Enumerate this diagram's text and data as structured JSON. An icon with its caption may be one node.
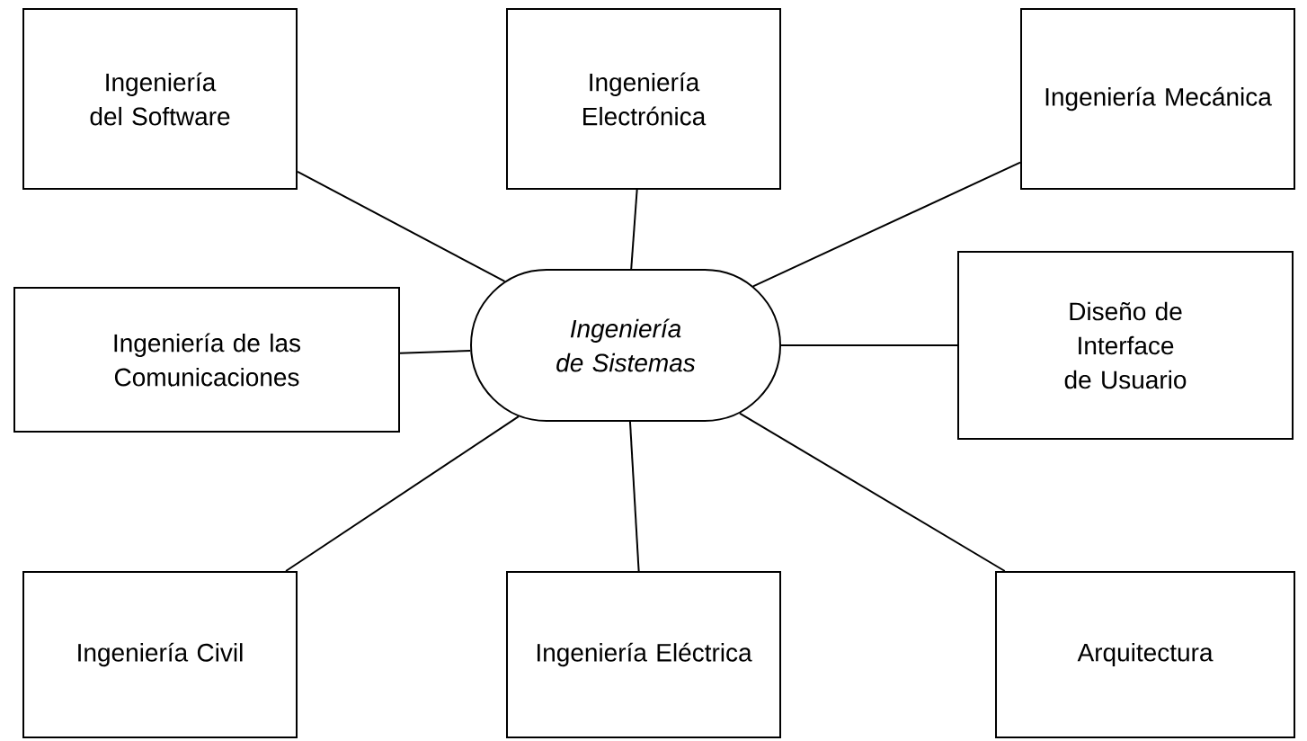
{
  "diagram": {
    "nodes": [
      {
        "text": [
          "Ingeniería de Sistemas"
        ]
      },
      {
        "text": [
          "Ingeniería del Software"
        ]
      },
      {
        "text": [
          "Ingeniería Electrónica"
        ]
      },
      {
        "text": [
          "Ingeniería Mecánica"
        ]
      },
      {
        "text": [
          "Ingeniería de las Comunicaciones"
        ]
      },
      {
        "text": [
          "Diseño de Interface de Usuario"
        ]
      },
      {
        "text": [
          "Ingeniería Civil"
        ]
      },
      {
        "text": [
          "Ingeniería Eléctrica"
        ]
      },
      {
        "text": [
          "Arquitectura"
        ]
      }
    ],
    "edges": [
      {
        "from": 0,
        "to": 1,
        "arrow": "none"
      },
      {
        "from": 0,
        "to": 2,
        "arrow": "none"
      },
      {
        "from": 0,
        "to": 3,
        "arrow": "none"
      },
      {
        "from": 0,
        "to": 4,
        "arrow": "none"
      },
      {
        "from": 0,
        "to": 5,
        "arrow": "none"
      },
      {
        "from": 0,
        "to": 6,
        "arrow": "none"
      },
      {
        "from": 0,
        "to": 7,
        "arrow": "none"
      },
      {
        "from": 0,
        "to": 8,
        "arrow": "none"
      }
    ]
  }
}
